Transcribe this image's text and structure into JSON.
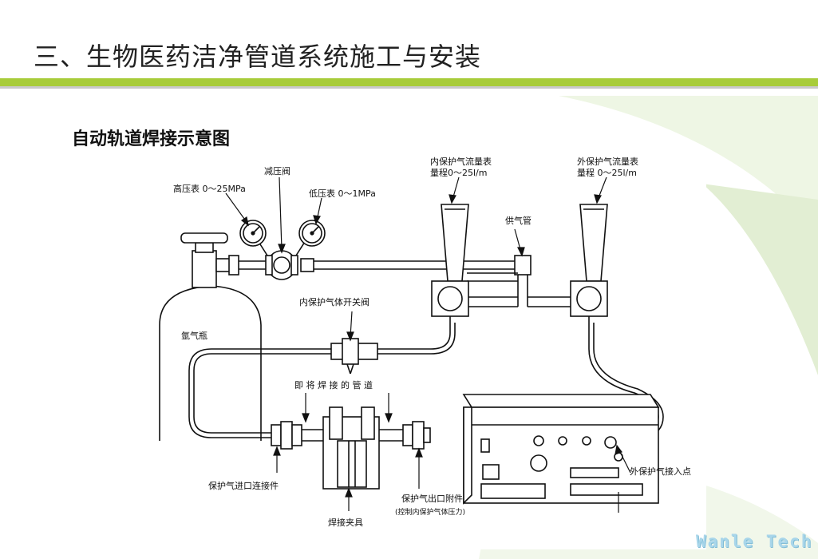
{
  "slide": {
    "title": "三、生物医药洁净管道系统施工与安装",
    "subtitle": "自动轨道焊接示意图"
  },
  "diagram": {
    "labels": {
      "high_gauge": "高压表 0～25MPa",
      "reducer_valve": "减压阀",
      "low_gauge": "低压表 0～1MPa",
      "inner_flowmeter_line1": "内保护气流量表",
      "inner_flowmeter_line2": "量程0～25l/m",
      "outer_flowmeter_line1": "外保护气流量表",
      "outer_flowmeter_line2": "量程 0～25l/m",
      "supply_pipe": "供气管",
      "argon_cylinder": "氩气瓶",
      "inner_switch_valve": "内保护气体开关阀",
      "pipe_to_weld": "即 将 焊 接 的 管 道",
      "inlet_connector": "保护气进口连接件",
      "weld_clamp": "焊接夹具",
      "outlet_fitting_line1": "保护气出口附件",
      "outlet_fitting_line2": "(控制内保护气体压力)",
      "outer_gas_inlet": "外保护气接入点"
    }
  },
  "watermark": "Wanle Tech",
  "colors": {
    "accent_bar": "#a8cc3a",
    "bar_shadow": "#c9c9c9",
    "swoosh": "#e6f1d6"
  }
}
